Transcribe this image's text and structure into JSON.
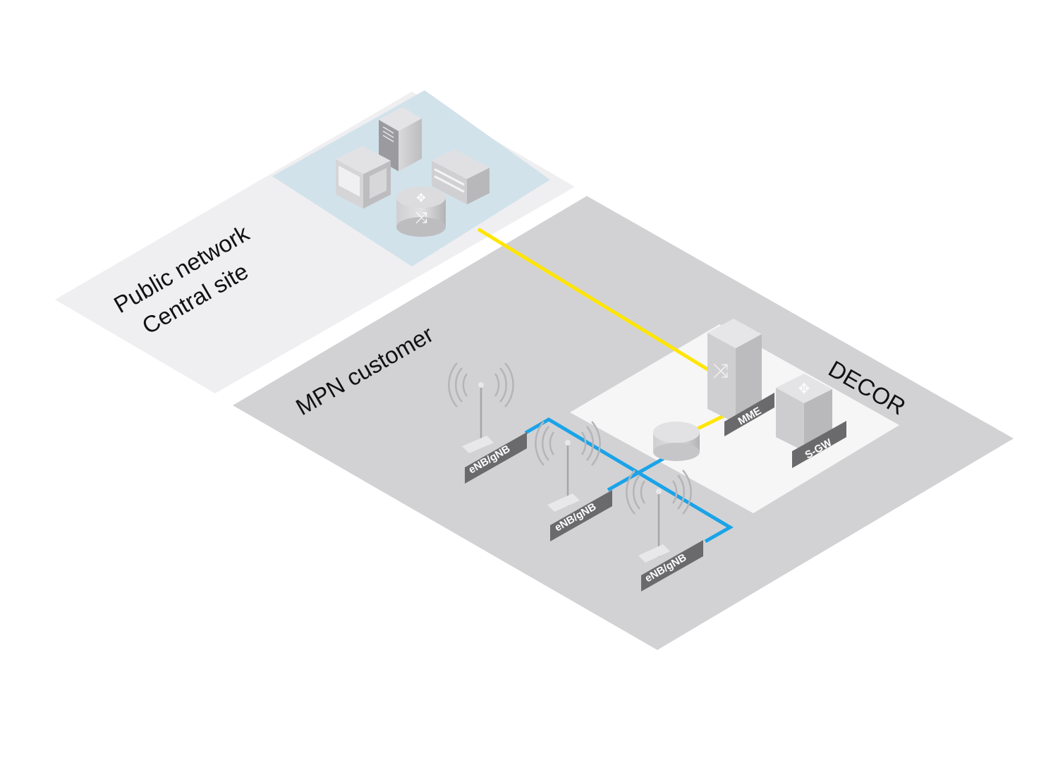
{
  "zones": {
    "public": {
      "line1": "Public network",
      "line2": "Central site"
    },
    "mpn": {
      "label": "MPN customer"
    },
    "decor": {
      "label": "DECOR"
    }
  },
  "nodes": {
    "mme": {
      "label": "MME",
      "icon": "switch-icon"
    },
    "sgw": {
      "label": "S-GW",
      "icon": "router-icon"
    },
    "gateway": {
      "icon": "cylinder-router-icon"
    },
    "base_stations": [
      {
        "label": "eNB/gNB"
      },
      {
        "label": "eNB/gNB"
      },
      {
        "label": "eNB/gNB"
      }
    ],
    "central_equipment": [
      "server-tower-icon",
      "chassis-icon",
      "rack-switch-icon",
      "core-router-icon"
    ]
  },
  "links": {
    "backhaul_color": "#FFE600",
    "fronthaul_color": "#1AA3E8"
  },
  "colors": {
    "public_zone": "#EFEFF1",
    "central_pad": "#D2E2EB",
    "mpn_zone": "#D2D2D4",
    "decor_zone": "#F6F6F6",
    "tag_bg": "#6A6A6C"
  }
}
